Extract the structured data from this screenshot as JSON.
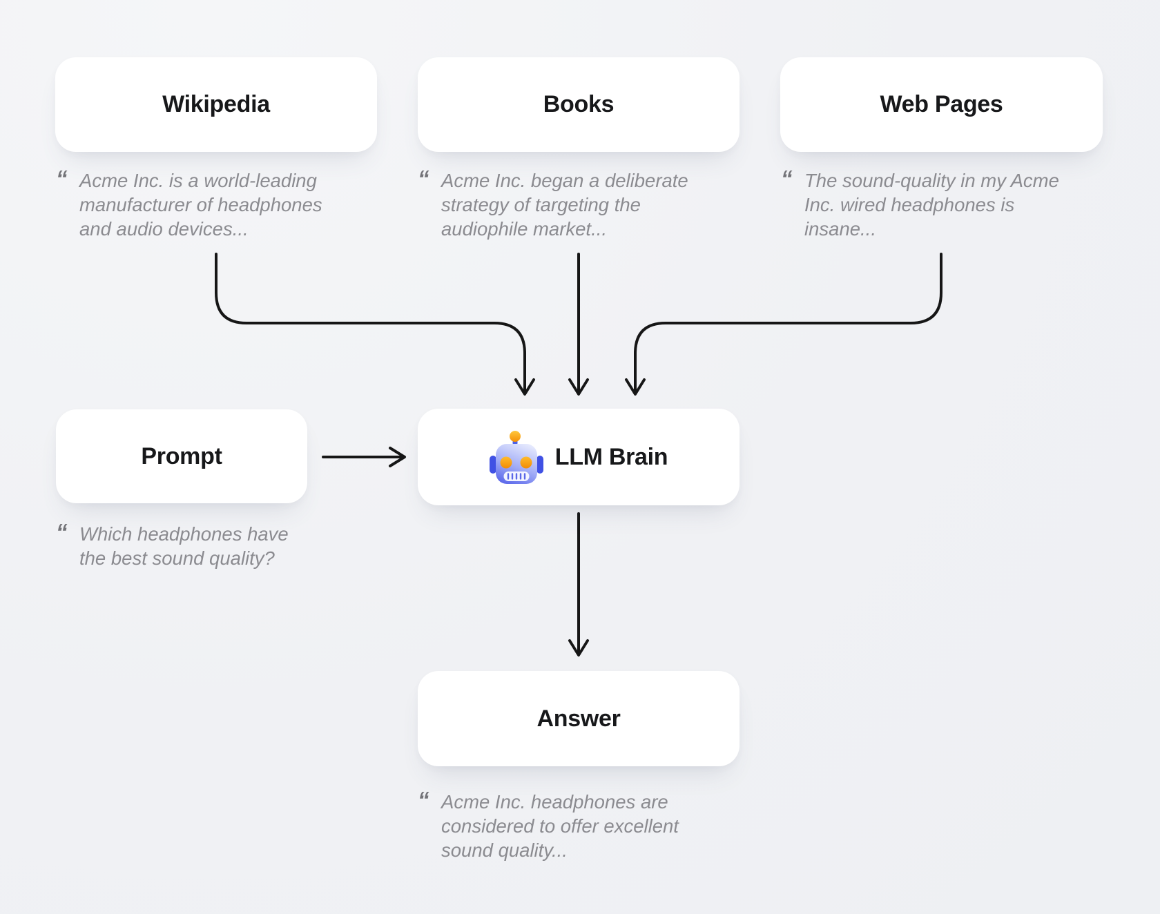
{
  "diagram_title": "LLM knowledge sources flow",
  "colors": {
    "background": "#f0f1f4",
    "card": "#ffffff",
    "title_text": "#17181a",
    "quote_text": "#8b8b90",
    "quote_glyph": "#737378",
    "arrow": "#161616",
    "robot_blue": "#4051e4",
    "robot_orange": "#ffb41f"
  },
  "quote_glyph": "“",
  "sources": [
    {
      "label": "Wikipedia",
      "quote": "Acme Inc. is a world-leading\nmanufacturer of headphones\nand audio devices..."
    },
    {
      "label": "Books",
      "quote": "Acme Inc. began a deliberate\nstrategy of targeting the\naudiophile market..."
    },
    {
      "label": "Web Pages",
      "quote": "The sound-quality in my Acme\nInc. wired headphones is\ninsane..."
    }
  ],
  "prompt": {
    "label": "Prompt",
    "quote": "Which headphones have\nthe best sound quality?"
  },
  "llm": {
    "label": "LLM Brain",
    "icon": "robot-emoji"
  },
  "answer": {
    "label": "Answer",
    "quote": "Acme Inc. headphones are\nconsidered to offer excellent\nsound quality..."
  }
}
